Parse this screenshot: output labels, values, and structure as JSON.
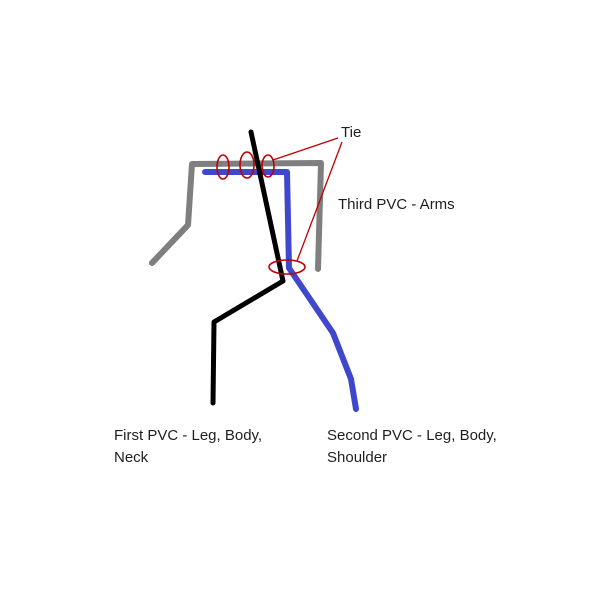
{
  "diagram": {
    "labels": {
      "tie": "Tie",
      "arms": "Third PVC - Arms",
      "first_line1": "First PVC - Leg, Body,",
      "first_line2": "Neck",
      "second_line1": "Second PVC - Leg, Body,",
      "second_line2": "Shoulder"
    },
    "colors": {
      "first_pvc": "#000000",
      "second_pvc": "#3F48CC",
      "third_pvc": "#7F7F7F",
      "tie": "#C00000",
      "text": "#1F1F1F",
      "background": "#FFFFFF"
    }
  }
}
